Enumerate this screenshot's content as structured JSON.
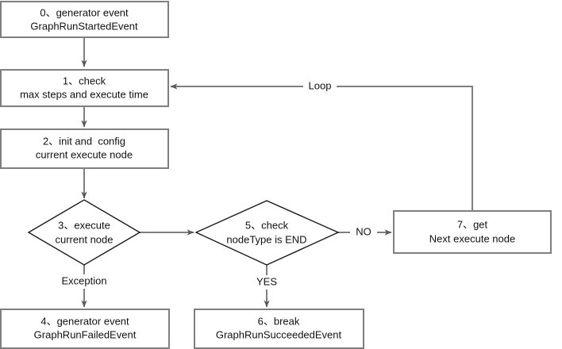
{
  "diagram": {
    "type": "flowchart",
    "title": "Graph engine run loop flowchart",
    "background_color": "#ffffff",
    "box_stroke_color": "#7f7f7f",
    "diamond_stroke_color": "#1a1a1a",
    "edge_color": "#7f7f7f",
    "text_color": "#111111"
  },
  "nodes": [
    {
      "id": "n0",
      "shape": "rect",
      "line1": "0、generator event",
      "line2": "GraphRunStartedEvent"
    },
    {
      "id": "n1",
      "shape": "rect",
      "line1": "1、check",
      "line2": "max steps and execute time"
    },
    {
      "id": "n2",
      "shape": "rect",
      "line1": "2、init and  config",
      "line2": "current execute node"
    },
    {
      "id": "n3",
      "shape": "diamond",
      "line1": "3、execute",
      "line2": "current node"
    },
    {
      "id": "n4",
      "shape": "rect",
      "line1": "4、generator event",
      "line2": "GraphRunFailedEvent"
    },
    {
      "id": "n5",
      "shape": "diamond",
      "line1": "5、check",
      "line2": "nodeType is END"
    },
    {
      "id": "n6",
      "shape": "rect",
      "line1": "6、break",
      "line2": "GraphRunSucceededEvent"
    },
    {
      "id": "n7",
      "shape": "rect",
      "line1": "7、get",
      "line2": "Next execute node"
    }
  ],
  "edge_labels": {
    "loop": "Loop",
    "exception": "Exception",
    "yes": "YES",
    "no": "NO"
  }
}
